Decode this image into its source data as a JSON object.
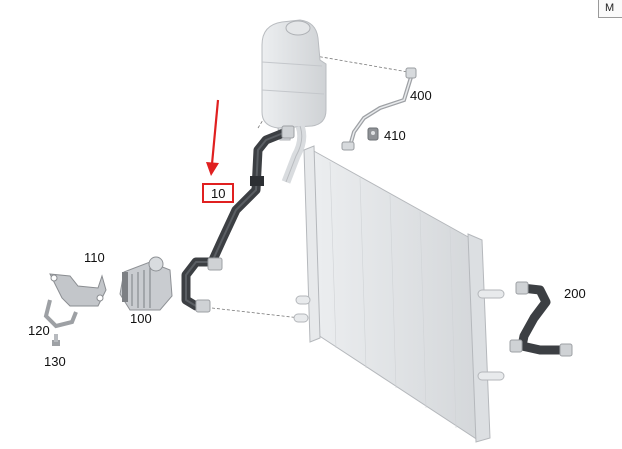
{
  "corner_button": {
    "label": "M"
  },
  "callouts": [
    {
      "id": "10",
      "text": "10"
    },
    {
      "id": "100",
      "text": "100"
    },
    {
      "id": "110",
      "text": "110"
    },
    {
      "id": "120",
      "text": "120"
    },
    {
      "id": "130",
      "text": "130"
    },
    {
      "id": "200",
      "text": "200"
    },
    {
      "id": "400",
      "text": "400"
    },
    {
      "id": "410",
      "text": "410"
    }
  ],
  "highlight": {
    "callout": "10",
    "color": "#e02020"
  },
  "colors": {
    "hose": "#3c3f43",
    "tank": "#dfe1e4",
    "radiator": "#e6e8ea",
    "outline": "#b9bcc0"
  }
}
